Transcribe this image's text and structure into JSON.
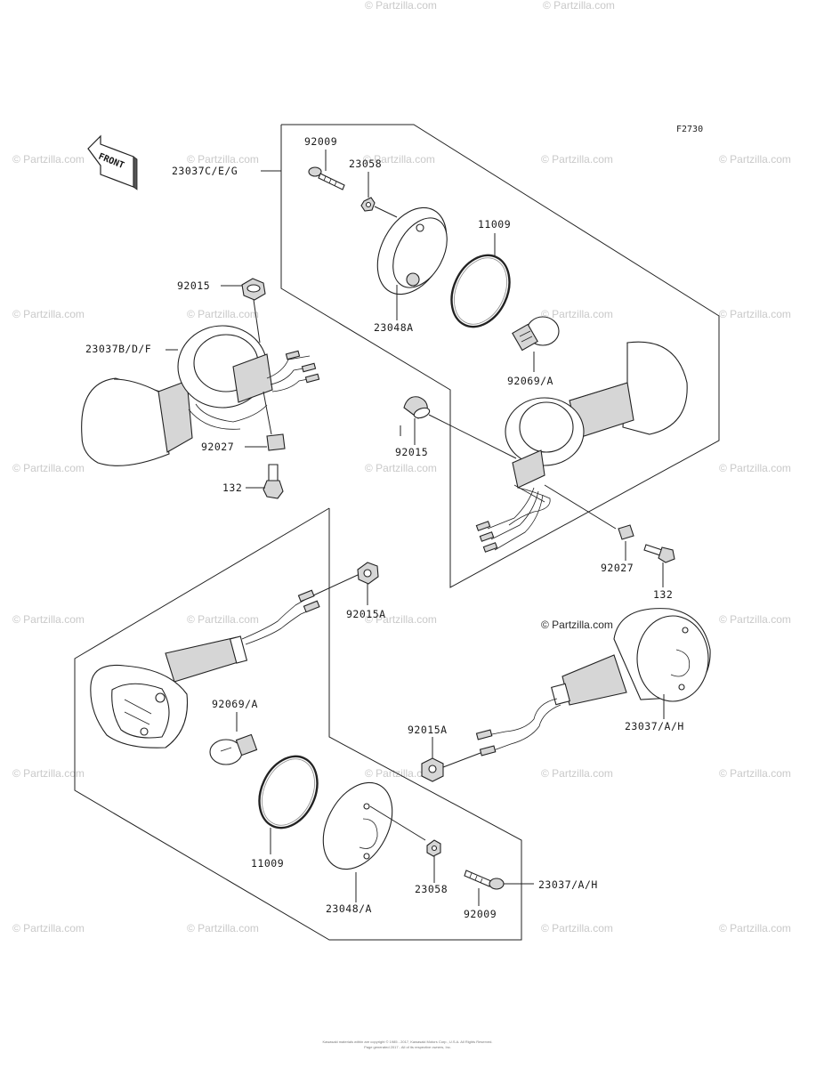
{
  "diagram": {
    "figure_code": "F2730",
    "front_label": "FRONT",
    "watermark": "© Partzilla.com",
    "watermark_center": "© Partzilla.com",
    "footer_line1": "Kawasaki materials within are copyright © 1985 - 2017, Kawasaki Motors Corp., U.S.A. All Rights Reserved.",
    "footer_line2": "Page generated 2017 - All of its respective owners, Inc.",
    "part_labels": {
      "p23037ceg": "23037C/E/G",
      "p92009_top": "92009",
      "p23058_top": "23058",
      "p11009_top": "11009",
      "p23048a_top": "23048A",
      "p92069a_top": "92069/A",
      "p92015_left": "92015",
      "p23037bdf": "23037B/D/F",
      "p92027_left": "92027",
      "p132_left": "132",
      "p92015_center": "92015",
      "p92027_right": "92027",
      "p132_right": "132",
      "p92015a_upper": "92015A",
      "p92069a_bottom": "92069/A",
      "p23037ah_right": "23037/A/H",
      "p92015a_lower": "92015A",
      "p11009_bottom": "11009",
      "p23048a_bottom": "23048/A",
      "p23058_bottom": "23058",
      "p92009_bottom": "92009",
      "p23037ah_bottom": "23037/A/H"
    }
  }
}
